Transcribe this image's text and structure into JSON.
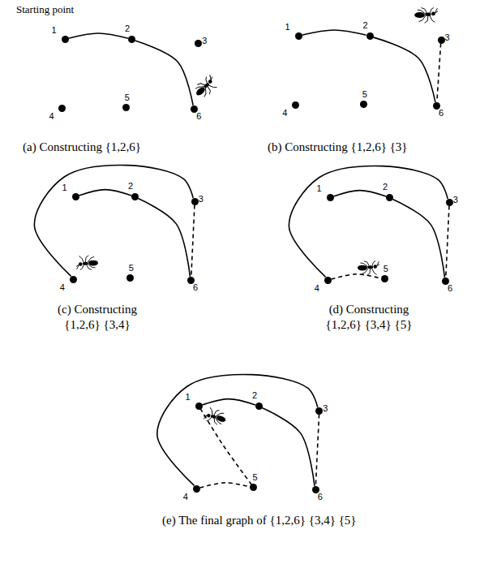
{
  "diagram": {
    "nodes": [
      {
        "text": [
          "1"
        ]
      },
      {
        "text": [
          "2"
        ]
      },
      {
        "text": [
          "3"
        ]
      },
      {
        "text": [
          "4"
        ]
      },
      {
        "text": [
          "5"
        ]
      },
      {
        "text": [
          "6"
        ]
      },
      {
        "text": [
          "1"
        ]
      },
      {
        "text": [
          "2"
        ]
      },
      {
        "text": [
          "3"
        ]
      },
      {
        "text": [
          "4"
        ]
      },
      {
        "text": [
          "5"
        ]
      },
      {
        "text": [
          "6"
        ]
      },
      {
        "text": [
          "1"
        ]
      },
      {
        "text": [
          "2"
        ]
      },
      {
        "text": [
          "3"
        ]
      },
      {
        "text": [
          "4"
        ]
      },
      {
        "text": [
          "5"
        ]
      },
      {
        "text": [
          "6"
        ]
      },
      {
        "text": [
          "1"
        ]
      },
      {
        "text": [
          "2"
        ]
      },
      {
        "text": [
          "3"
        ]
      },
      {
        "text": [
          "4"
        ]
      },
      {
        "text": [
          "5"
        ]
      },
      {
        "text": [
          "6"
        ]
      },
      {
        "text": [
          "1"
        ]
      },
      {
        "text": [
          "2"
        ]
      },
      {
        "text": [
          "3"
        ]
      },
      {
        "text": [
          "4"
        ]
      },
      {
        "text": [
          "5"
        ]
      },
      {
        "text": [
          "6"
        ]
      }
    ],
    "edges": [
      {
        "from": 0,
        "to": 1,
        "arrow": "none"
      },
      {
        "from": 1,
        "to": 5,
        "arrow": "none"
      },
      {
        "from": 6,
        "to": 7,
        "arrow": "none"
      },
      {
        "from": 7,
        "to": 11,
        "arrow": "none"
      },
      {
        "from": 8,
        "to": 11,
        "arrow": "none"
      },
      {
        "from": 12,
        "to": 13,
        "arrow": "none"
      },
      {
        "from": 13,
        "to": 17,
        "arrow": "none"
      },
      {
        "from": 14,
        "to": 17,
        "arrow": "none"
      },
      {
        "from": 14,
        "to": 15,
        "arrow": "none"
      },
      {
        "from": 18,
        "to": 19,
        "arrow": "none"
      },
      {
        "from": 19,
        "to": 23,
        "arrow": "none"
      },
      {
        "from": 20,
        "to": 23,
        "arrow": "none"
      },
      {
        "from": 20,
        "to": 21,
        "arrow": "none"
      },
      {
        "from": 21,
        "to": 22,
        "arrow": "none"
      },
      {
        "from": 24,
        "to": 25,
        "arrow": "none"
      },
      {
        "from": 25,
        "to": 29,
        "arrow": "none"
      },
      {
        "from": 26,
        "to": 29,
        "arrow": "none"
      },
      {
        "from": 26,
        "to": 27,
        "arrow": "none"
      },
      {
        "from": 27,
        "to": 28,
        "arrow": "none"
      },
      {
        "from": 28,
        "to": 24,
        "arrow": "none"
      }
    ],
    "labels": [
      "Starting point",
      "(a) Constructing {1,2,6}",
      "(b) Constructing {1,2,6} {3}",
      "(c) Constructing {1,2,6} {3,4}",
      "(d) Constructing {1,2,6} {3,4} {5}",
      "(e) The final graph of {1,2,6} {3,4} {5}"
    ]
  }
}
